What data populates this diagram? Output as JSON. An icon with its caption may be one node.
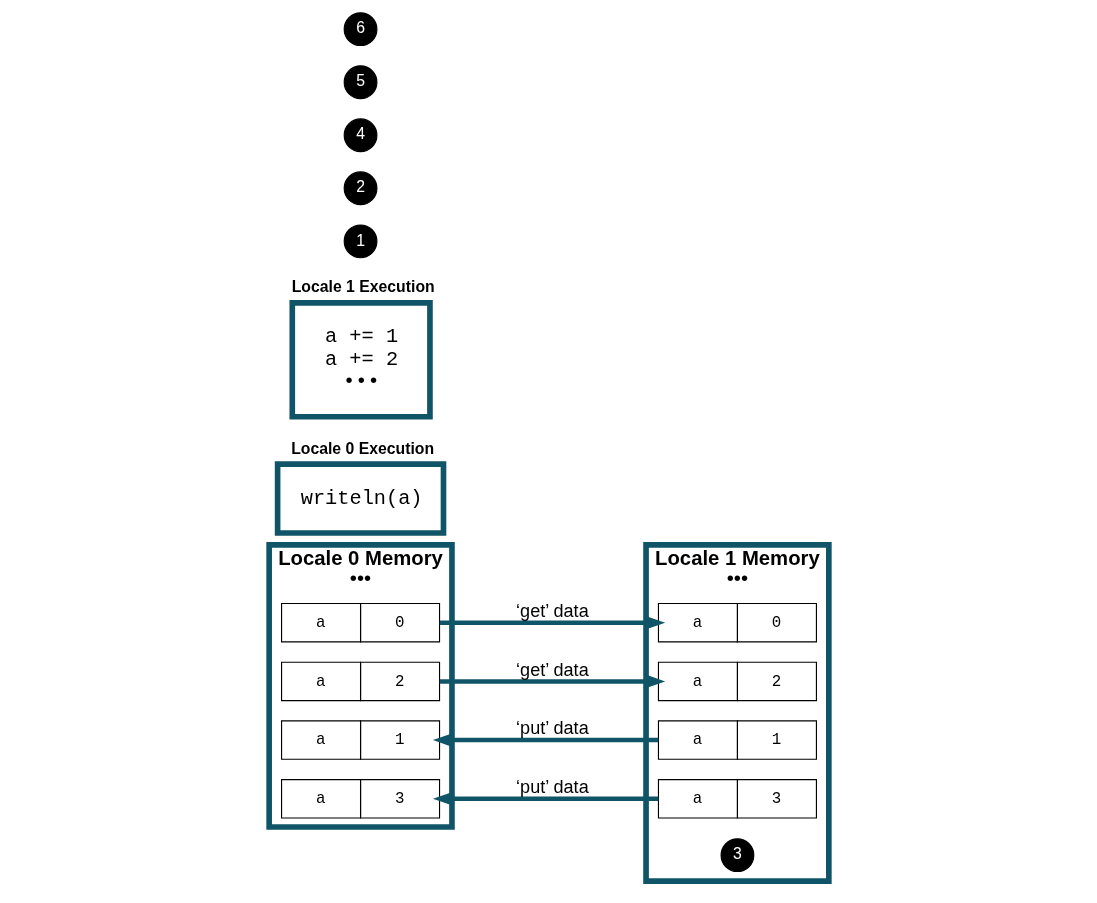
{
  "diagram": {
    "nodes": [
      {
        "text": [
          "Locale 0 Memory",
          "•••"
        ]
      },
      {
        "text": [
          "a",
          "0"
        ],
        "in": 0
      },
      {
        "text": [
          "a",
          "1"
        ],
        "in": 0
      },
      {
        "text": [
          "a",
          "2"
        ],
        "in": 0
      },
      {
        "text": [
          "a",
          "3"
        ],
        "in": 0
      },
      {
        "text": [
          "Locale 1 Memory",
          "•••"
        ]
      },
      {
        "text": [
          "a",
          "0"
        ],
        "in": 5
      },
      {
        "text": [
          "a",
          "1"
        ],
        "in": 5
      },
      {
        "text": [
          "a",
          "2"
        ],
        "in": 5
      },
      {
        "text": [
          "a",
          "3"
        ],
        "in": 5
      },
      {
        "text": [
          "Locale 0 Execution",
          "writeln(a)"
        ]
      },
      {
        "text": [
          "Locale 1 Execution",
          "a += 1",
          "a += 2",
          "•••"
        ]
      },
      {
        "text": [
          "1"
        ]
      },
      {
        "text": [
          "2"
        ]
      },
      {
        "text": [
          "3"
        ],
        "in": 5
      },
      {
        "text": [
          "4"
        ]
      },
      {
        "text": [
          "5"
        ]
      },
      {
        "text": [
          "6"
        ]
      }
    ],
    "edges": [
      {
        "from": 1,
        "to": 6,
        "arrow": "to",
        "label": "‘get’ data"
      },
      {
        "from": 7,
        "to": 2,
        "arrow": "to",
        "label": "‘put’ data"
      },
      {
        "from": 3,
        "to": 8,
        "arrow": "to",
        "label": "‘get’ data"
      },
      {
        "from": 9,
        "to": 4,
        "arrow": "to",
        "label": "‘put’ data"
      }
    ]
  }
}
